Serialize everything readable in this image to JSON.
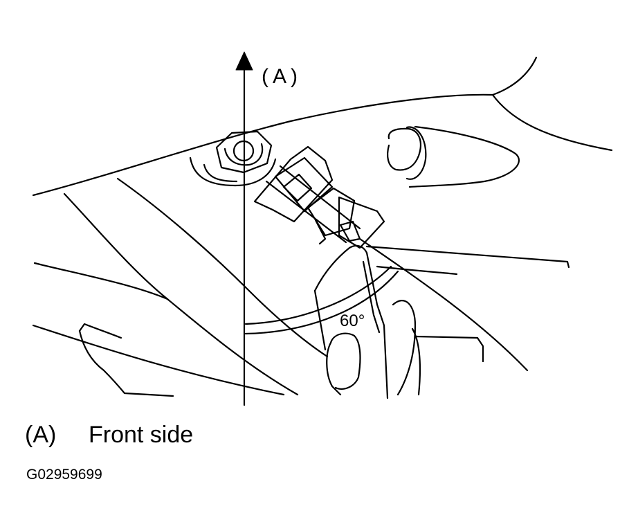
{
  "diagram": {
    "axis_label": "(A)",
    "angle_label": "60°",
    "legend": {
      "key": "(A)",
      "text": "Front side"
    },
    "figure_id": "G02959699"
  },
  "colors": {
    "line": "#000000",
    "background": "#ffffff"
  }
}
